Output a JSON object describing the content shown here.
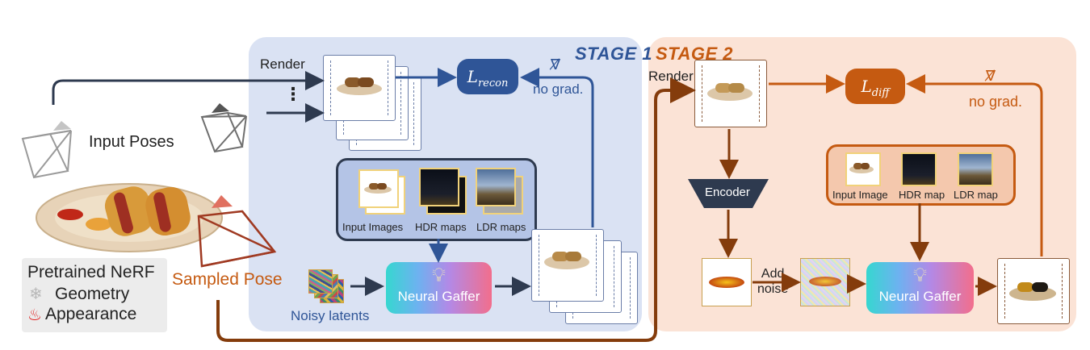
{
  "stage1": {
    "title": "STAGE 1",
    "render_label": "Render",
    "ellipsis": "⋮",
    "loss": "L",
    "loss_sub": "recon",
    "no_grad_symbol": "∇̸",
    "no_grad_label": "no grad.",
    "cond_labels": [
      "Input Images",
      "HDR maps",
      "LDR maps"
    ],
    "noisy_label": "Noisy latents",
    "model_label": "Neural Gaffer"
  },
  "stage2": {
    "title": "STAGE 2",
    "render_label": "Render",
    "loss": "L",
    "loss_sub": "diff",
    "no_grad_symbol": "∇̸",
    "no_grad_label": "no grad.",
    "encoder_label": "Encoder",
    "add_noise_label": "Add\nnoise",
    "cond_labels": [
      "Input Image",
      "HDR map",
      "LDR map"
    ],
    "model_label": "Neural Gaffer"
  },
  "left": {
    "input_poses": "Input Poses",
    "sampled_pose": "Sampled Pose",
    "nerf_title": "Pretrained NeRF",
    "geometry": "Geometry",
    "appearance": "Appearance"
  },
  "colors": {
    "stage1_bg": "#dae2f3",
    "stage2_bg": "#fbe3d6",
    "stage1_accent": "#2f5597",
    "stage2_accent": "#c55a11",
    "sampled_path": "#843c0c",
    "dark": "#2e3a4f"
  }
}
